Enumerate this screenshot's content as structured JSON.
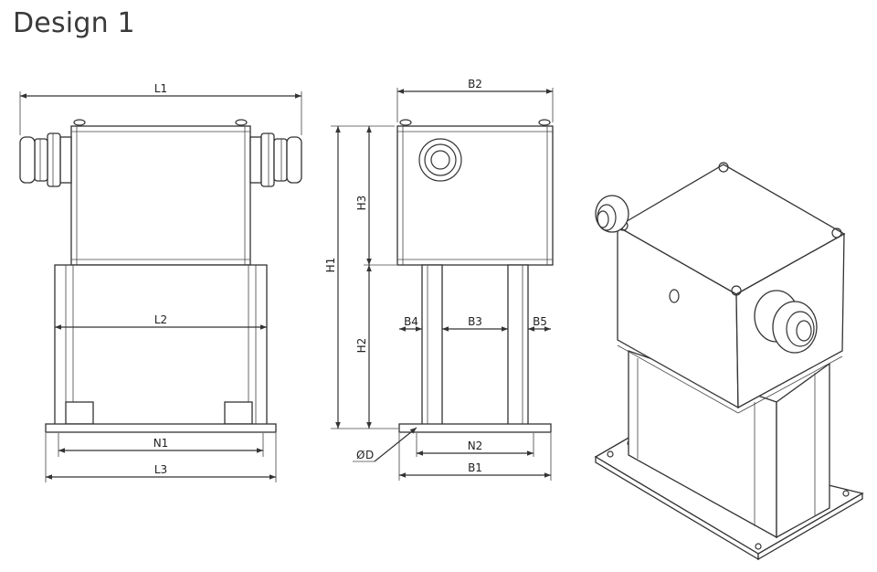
{
  "title": "Design 1",
  "labels": {
    "L1": "L1",
    "L2": "L2",
    "L3": "L3",
    "N1": "N1",
    "B1": "B1",
    "B2": "B2",
    "B3": "B3",
    "B4": "B4",
    "B5": "B5",
    "N2": "N2",
    "H1": "H1",
    "H2": "H2",
    "H3": "H3",
    "D": "D",
    "phi": "Ø"
  }
}
